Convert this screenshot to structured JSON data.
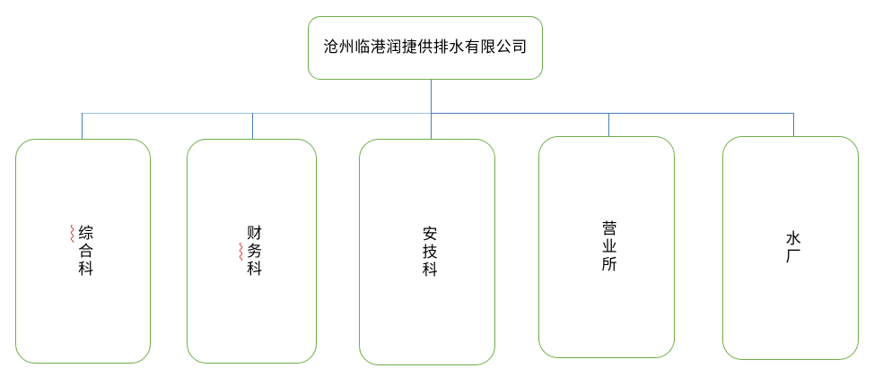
{
  "diagram": {
    "type": "organization-chart",
    "colors": {
      "box_border": "#70AD47",
      "box_fill": "#FFFFFF",
      "connector": "#4A7EBB",
      "connector_pale": "#9DC3E6",
      "text": "#000000",
      "spellcheck_underline": "#D63B2F"
    },
    "root": {
      "label": "沧州临港润捷供排水有限公司",
      "orientation": "horizontal"
    },
    "children": [
      {
        "label": "综合科",
        "orientation": "vertical",
        "spellcheck_char_index": 0
      },
      {
        "label": "财务科",
        "orientation": "vertical",
        "spellcheck_char_index": 1
      },
      {
        "label": "安技科",
        "orientation": "vertical",
        "spellcheck_char_index": -1
      },
      {
        "label": "营业所",
        "orientation": "vertical",
        "spellcheck_char_index": -1
      },
      {
        "label": "水厂",
        "orientation": "vertical",
        "spellcheck_char_index": -1
      }
    ]
  }
}
